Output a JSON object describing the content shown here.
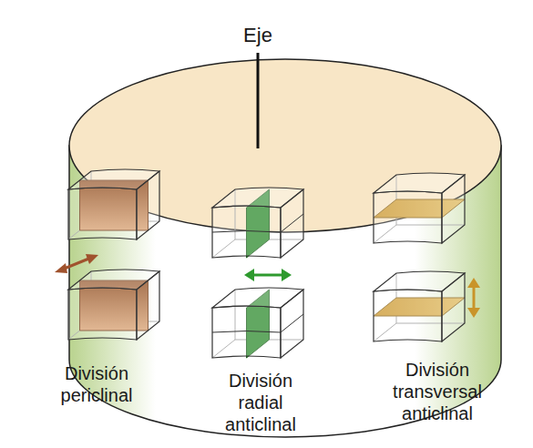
{
  "diagram": {
    "labels": [
      "Eje",
      "División periclinal",
      "División radial anticlinal",
      "División transversal anticlinal"
    ]
  }
}
